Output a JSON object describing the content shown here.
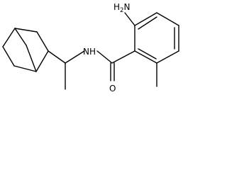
{
  "molecule": {
    "atoms": {
      "amine": {
        "element": "H",
        "subscript": "2",
        "element2": "N"
      },
      "amide_nitrogen": {
        "element": "N",
        "hydrogen": "H"
      },
      "carbonyl_oxygen": {
        "element": "O"
      }
    }
  },
  "colors": {
    "bond": "#000000",
    "background": "#ffffff"
  }
}
